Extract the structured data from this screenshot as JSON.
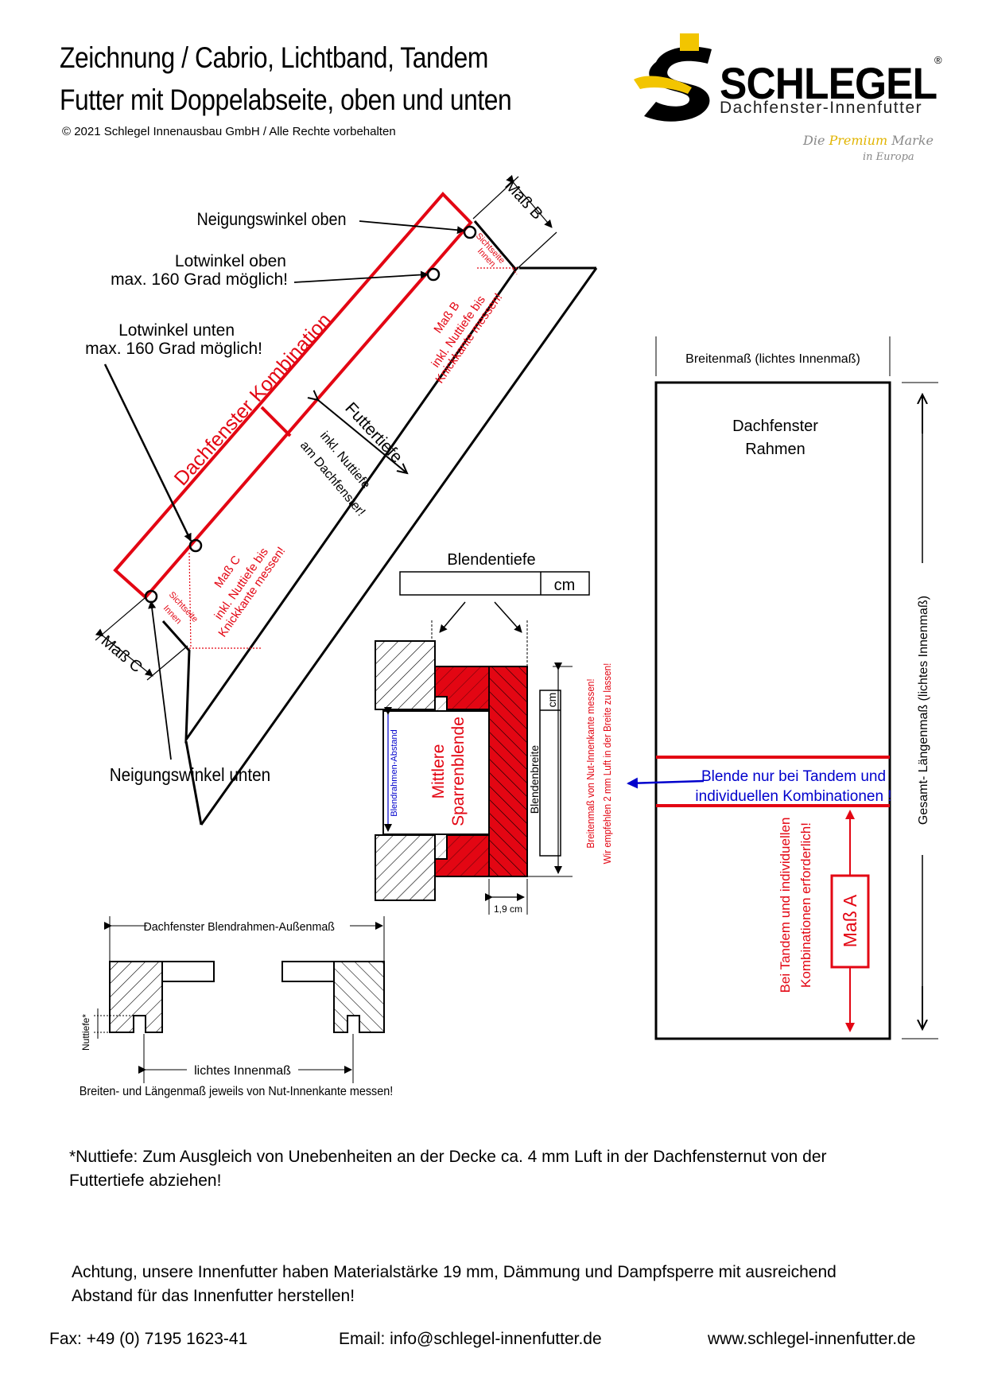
{
  "header": {
    "title_line1": "Zeichnung / Cabrio, Lichtband, Tandem",
    "title_line2": "Futter mit Doppelabseite, oben und unten",
    "copyright": "© 2021 Schlegel Innenausbau GmbH / Alle Rechte vorbehalten"
  },
  "logo": {
    "name": "SCHLEGEL",
    "registered": "®",
    "subtitle": "Dachfenster-Innenfutter",
    "tagline_prefix": "Die ",
    "tagline_premium": "Premium",
    "tagline_suffix": " Marke",
    "tagline_line2": "in Europa",
    "accent_yellow": "#f2c500",
    "icon": "schlegel-s-logo-icon"
  },
  "diagram": {
    "red": "#e30613",
    "blue": "#0000cc",
    "section": {
      "neigungswinkel_oben": "Neigungswinkel oben",
      "lotwinkel_oben_1": "Lotwinkel oben",
      "lotwinkel_oben_2": "max. 160 Grad möglich!",
      "lotwinkel_unten_1": "Lotwinkel unten",
      "lotwinkel_unten_2": "max. 160 Grad möglich!",
      "mass_b": "Maß B",
      "mass_c": "Maß C",
      "dachfenster_kombination": "Dachfenster Kombination",
      "sichtseite": "Sichtseite",
      "innen": "Innen",
      "mass_b_red_1": "Maß B",
      "mass_b_red_2": "inkl. Nuttiefe bis",
      "mass_b_red_3": "Knickkante messen!",
      "mass_c_red_1": "Maß C",
      "mass_c_red_2": "inkl. Nuttiefe bis",
      "mass_c_red_3": "Knickkante messen!",
      "futtertiefe": "Futtertiefe",
      "futtertiefe_sub_1": "inkl. Nuttiefe",
      "futtertiefe_sub_2": "am Dachfenster!",
      "neigungswinkel_unten": "Neigungswinkel unten"
    },
    "blende": {
      "blendentiefe": "Blendentiefe",
      "cm": "cm",
      "mittlere_1": "Mittlere",
      "mittlere_2": "Sparrenblende",
      "blendrahmen_abstand": "Blendrahmen-Abstand",
      "blendenbreite": "Blendenbreite",
      "cm_vertical": "cm",
      "thickness": "1,9 cm",
      "note_1": "Breitenmaß von Nut-Innenkante messen!",
      "note_2": "Wir empfehlen 2 mm Luft in der Breite zu lassen!"
    },
    "frame": {
      "breitenmass": "Breitenmaß (lichtes Innenmaß)",
      "rahmen_1": "Dachfenster",
      "rahmen_2": "Rahmen",
      "blende_note_1": "Blende nur bei Tandem und",
      "blende_note_2": "individuellen  Kombinationen !",
      "tandem_1": "Bei Tandem und individuellen",
      "tandem_2": "Kombinationen erforderlich!",
      "mass_a": "Maß A",
      "gesamt": "Gesamt- Längenmaß (lichtes Innenmaß)"
    },
    "profile": {
      "aussenmass": "Dachfenster Blendrahmen-Außenmaß",
      "nuttiefe": "Nuttiefe*",
      "lichtes": "lichtes Innenmaß",
      "messen": "Breiten- und Längenmaß jeweils von Nut-Innenkante messen!"
    }
  },
  "notes": {
    "nuttiefe_1": "*Nuttiefe: Zum Ausgleich von Unebenheiten an der Decke ca. 4 mm Luft in der Dachfensternut von der",
    "nuttiefe_2": "Futtertiefe abziehen!",
    "achtung_1": "Achtung, unsere Innenfutter haben Materialstärke 19 mm, Dämmung und Dampfsperre mit ausreichend",
    "achtung_2": "Abstand für das Innenfutter herstellen!"
  },
  "footer": {
    "fax": "Fax: +49 (0) 7195 1623-41",
    "email": "Email: info@schlegel-innenfutter.de",
    "web": "www.schlegel-innenfutter.de"
  }
}
